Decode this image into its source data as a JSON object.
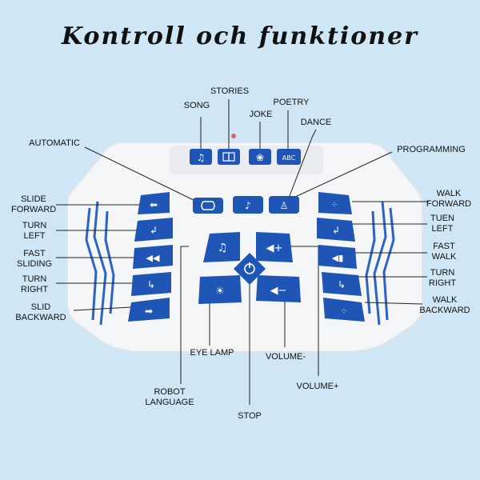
{
  "title": "Kontroll och funktioner",
  "colors": {
    "background": "#cfe6f6",
    "button_blue": "#1f55b5",
    "device_white": "#f4f6f8"
  },
  "top_keys": {
    "song": "song-icon",
    "stories": "book-icon",
    "joke": "flower-icon",
    "poetry": "ABC"
  },
  "labels": {
    "song": "SONG",
    "stories": "STORIES",
    "joke": "JOKE",
    "poetry": "POETRY",
    "dance": "DANCE",
    "automatic": "AUTOMATIC",
    "programming": "PROGRAMMING",
    "slide_forward": "SLIDE\nFORWARD",
    "turn_left": "TURN\nLEFT",
    "fast_sliding": "FAST\nSLIDING",
    "turn_right_left": "TURN\nRIGHT",
    "slid_backward": "SLID\nBACKWARD",
    "walk_forward": "WALK\nFORWARD",
    "tuen_left": "TUEN\nLEFT",
    "fast_walk": "FAST\nWALK",
    "turn_right_right": "TURN\nRIGHT",
    "walk_backward": "WALK\nBACKWARD",
    "eye_lamp": "EYE LAMP",
    "volume_minus": "VOLUME-",
    "volume_plus": "VOLUME+",
    "robot_language": "ROBOT\nLANGUAGE",
    "stop": "STOP"
  }
}
